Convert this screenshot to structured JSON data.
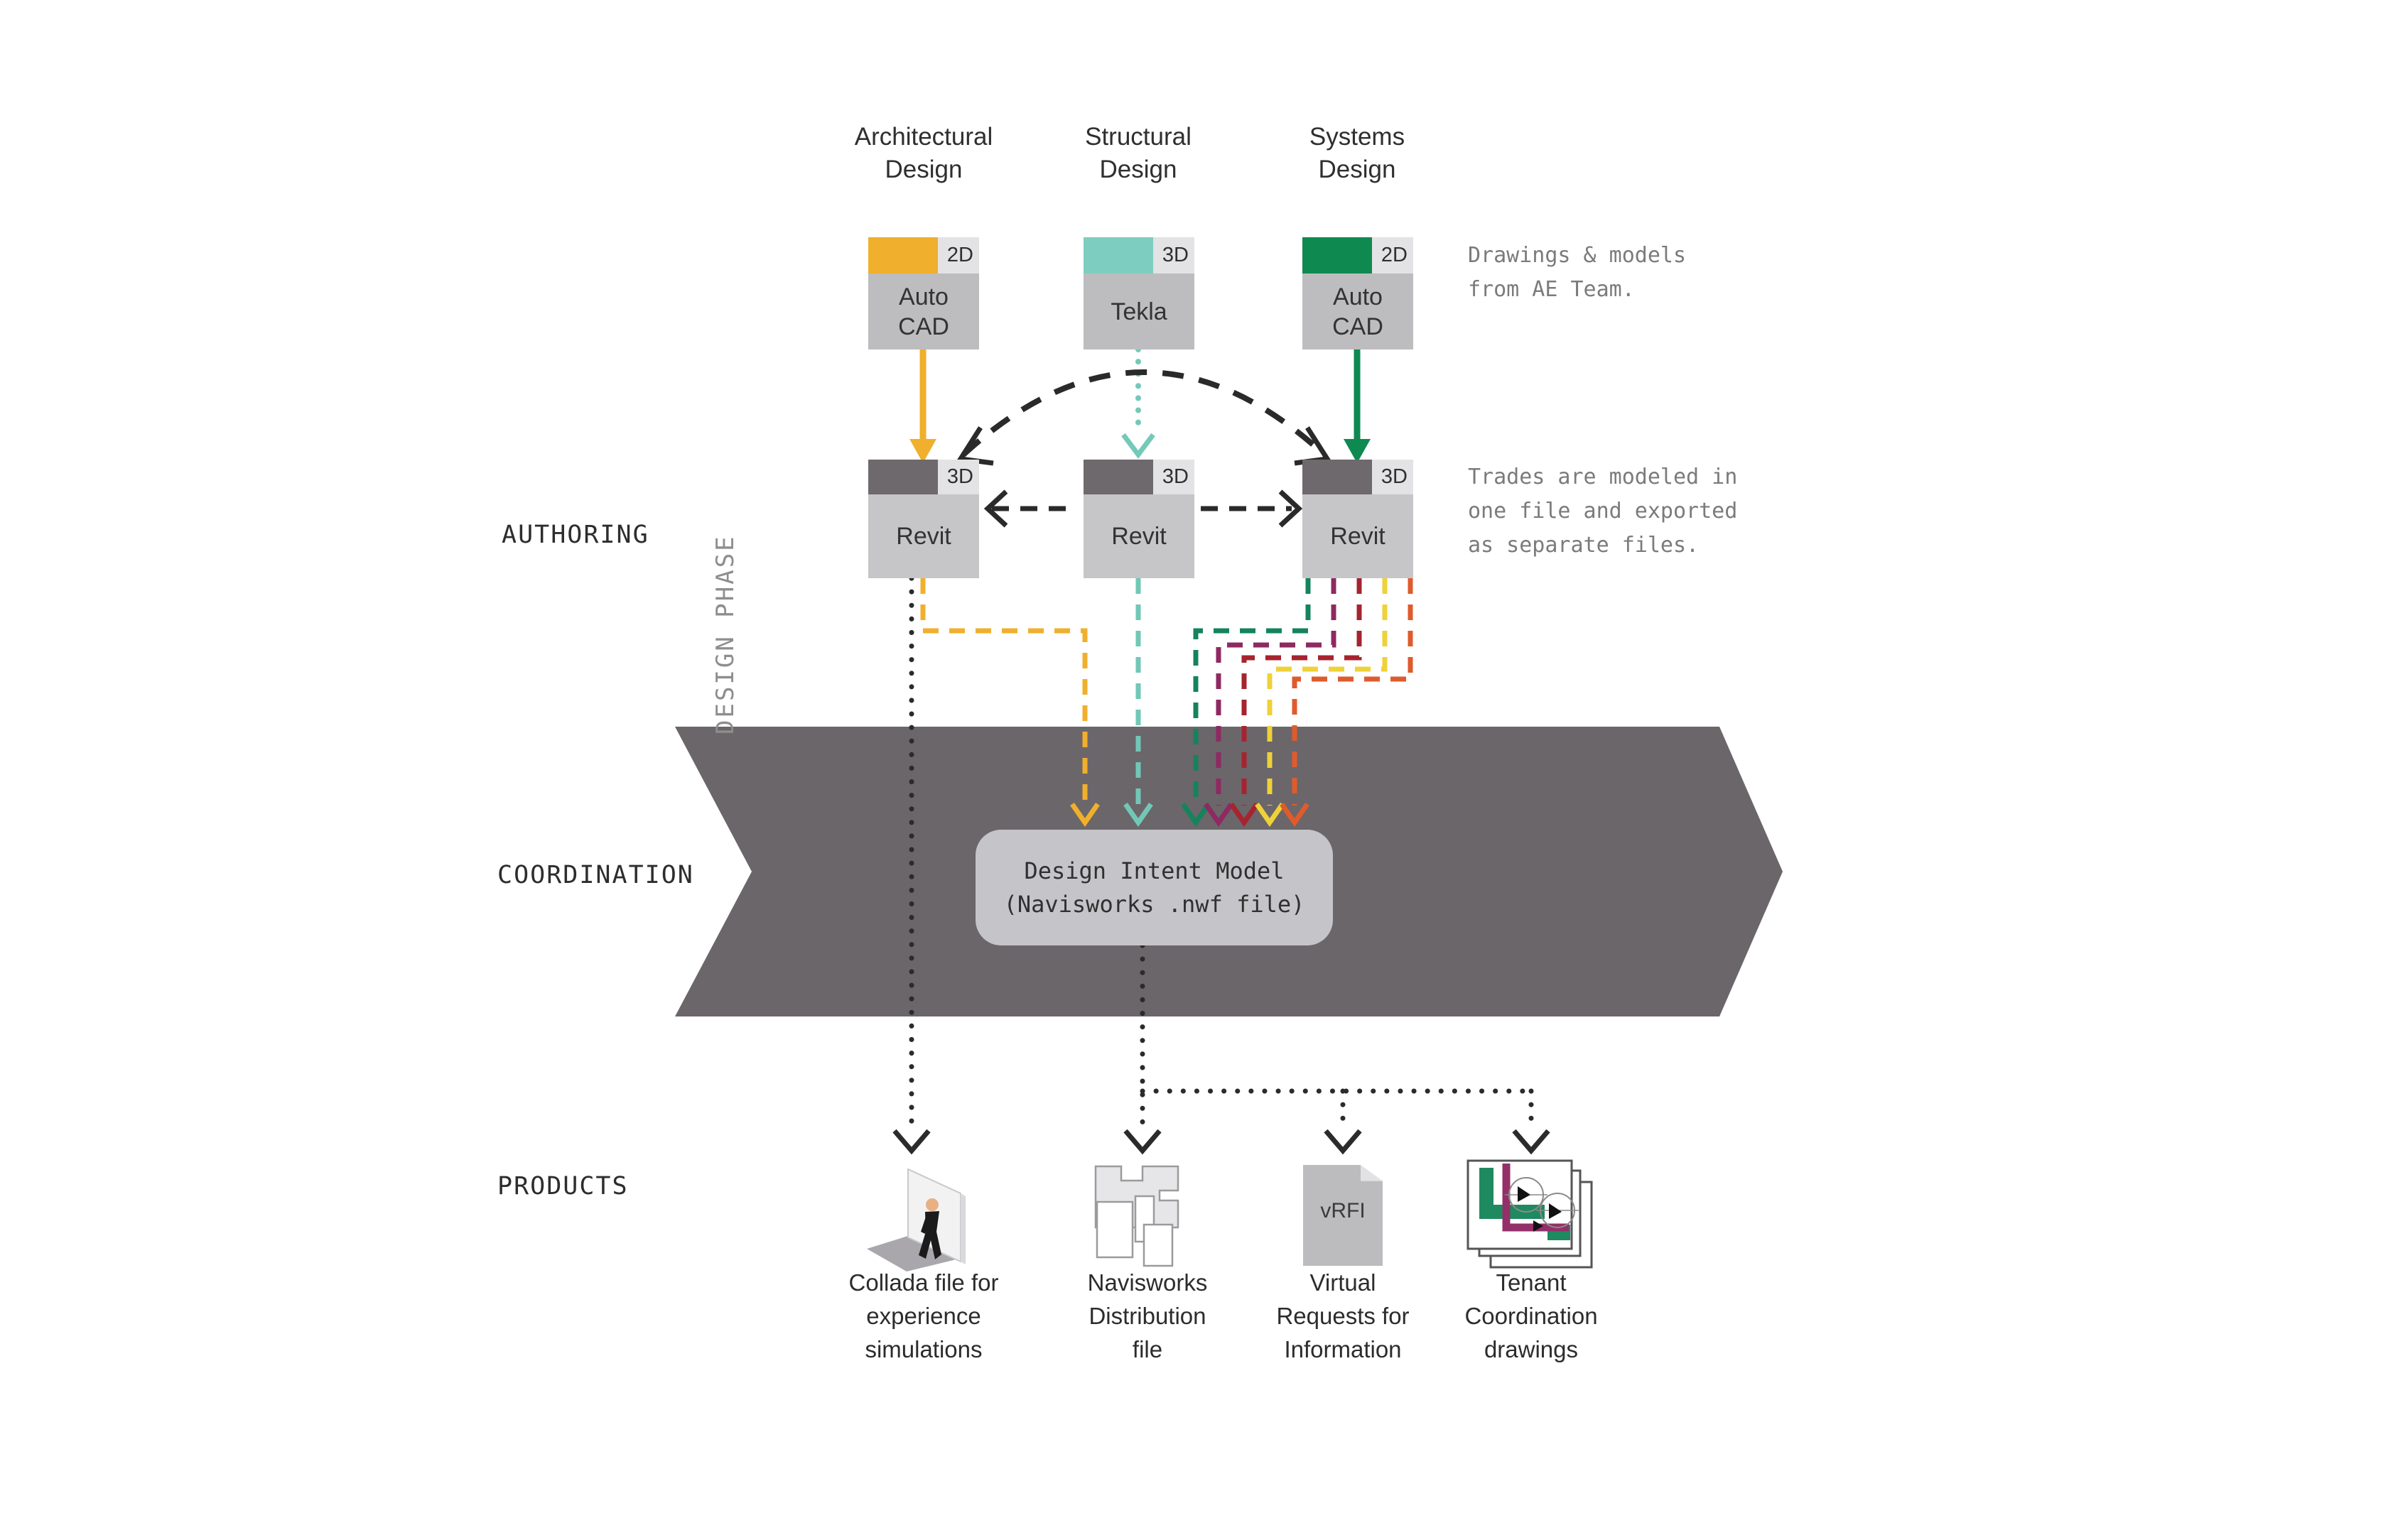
{
  "stages": {
    "authoring": "AUTHORING",
    "coordination": "COORDINATION",
    "products": "PRODUCTS",
    "design_phase": "DESIGN PHASE"
  },
  "columns": [
    {
      "header": [
        "Architectural",
        "Design"
      ],
      "tool": {
        "dim": "2D",
        "line1": "Auto",
        "line2": "CAD",
        "chip_color": "#F0AF2D"
      },
      "authoring": {
        "dim": "3D",
        "name": "Revit"
      }
    },
    {
      "header": [
        "Structural",
        "Design"
      ],
      "tool": {
        "dim": "3D",
        "line1": "Tekla",
        "line2": "",
        "chip_color": "#7DCEC0"
      },
      "authoring": {
        "dim": "3D",
        "name": "Revit"
      }
    },
    {
      "header": [
        "Systems",
        "Design"
      ],
      "tool": {
        "dim": "2D",
        "line1": "Auto",
        "line2": "CAD",
        "chip_color": "#0E8A51"
      },
      "authoring": {
        "dim": "3D",
        "name": "Revit"
      }
    }
  ],
  "annotations": {
    "drawings": [
      "Drawings & models",
      "from AE Team."
    ],
    "trades": [
      "Trades are modeled in",
      "one file and exported",
      "as separate files."
    ]
  },
  "coordination_model": [
    "Design Intent Model",
    "(Navisworks .nwf file)"
  ],
  "products": [
    {
      "icon": "collada-figure-icon",
      "label": [
        "Collada file for",
        "experience",
        "simulations"
      ]
    },
    {
      "icon": "navisworks-blocks-icon",
      "label": [
        "Navisworks",
        "Distribution",
        "file"
      ]
    },
    {
      "icon": "vrfi-document-icon",
      "doc_label": "vRFI",
      "label": [
        "Virtual",
        "Requests for",
        "Information"
      ]
    },
    {
      "icon": "tenant-drawings-icon",
      "label": [
        "Tenant",
        "Coordination",
        "drawings"
      ]
    }
  ],
  "colors": {
    "band": "#6B666A",
    "model_box": "#C5C4C8",
    "tool_body": "#BDBCBE",
    "revit_body": "#C6C5C7",
    "dim_chip": "#E3E2E4",
    "revit_dark_chip": "#6E696D",
    "amber": "#F0AF2D",
    "teal_chip": "#7DCEC0",
    "teal_line": "#72C7B6",
    "green": "#0E8A51",
    "export_green": "#15835B",
    "export_purple": "#8E2A61",
    "export_dark_red": "#A6242F",
    "export_yellow": "#EFD139",
    "export_orange": "#DF5B2D",
    "connector_black": "#2B2B2B"
  }
}
